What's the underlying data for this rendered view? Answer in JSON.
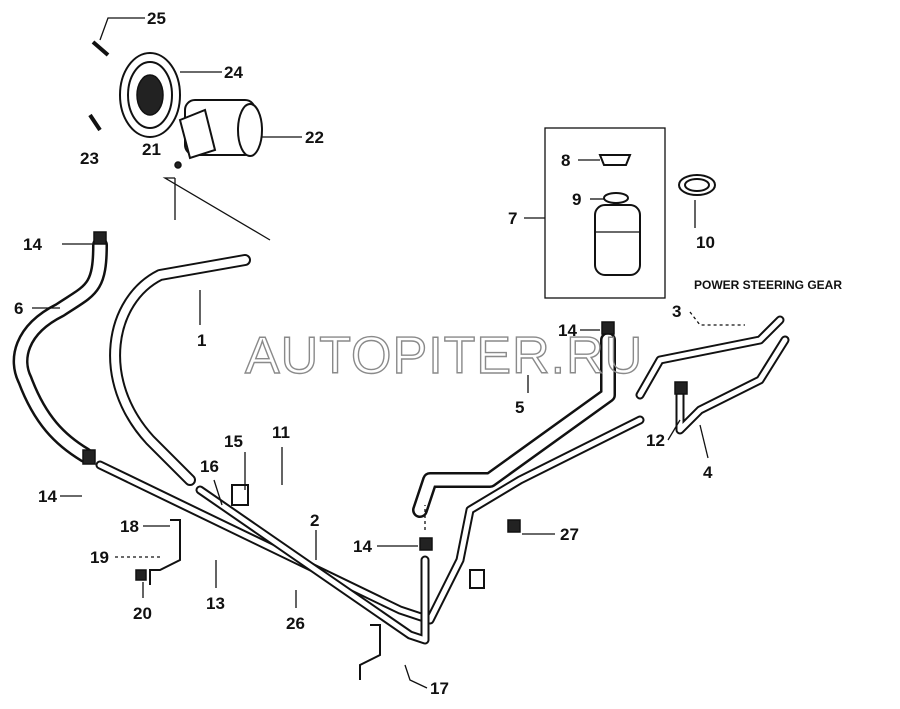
{
  "watermark": "AUTOPITER.RU",
  "caption": "POWER STEERING GEAR",
  "callouts": {
    "c25": "25",
    "c24": "24",
    "c22": "22",
    "c23": "23",
    "c21": "21",
    "c14a": "14",
    "c6": "6",
    "c1": "1",
    "c7": "7",
    "c8": "8",
    "c9": "9",
    "c10": "10",
    "c3": "3",
    "c14b": "14",
    "c5": "5",
    "c12": "12",
    "c4": "4",
    "c14c": "14",
    "c15": "15",
    "c11": "11",
    "c16": "16",
    "c2": "2",
    "c18": "18",
    "c19": "19",
    "c20": "20",
    "c13": "13",
    "c26": "26",
    "c14d": "14",
    "c27": "27",
    "c17": "17"
  }
}
